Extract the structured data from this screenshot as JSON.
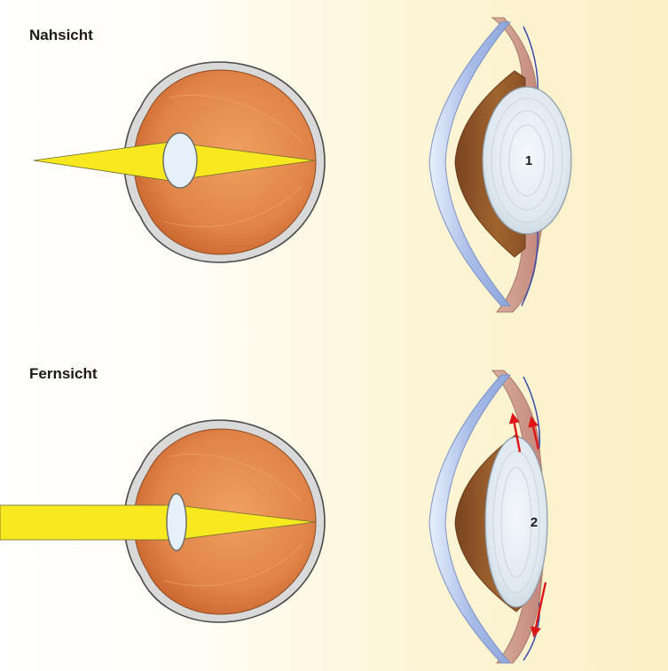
{
  "panels": {
    "near": {
      "title": "Nahsicht",
      "lens_number": "1"
    },
    "far": {
      "title": "Fernsicht",
      "lens_number": "2"
    }
  },
  "colors": {
    "light_beam": "#f7e81f",
    "eyeball": "#e0844a",
    "sclera": "#d9d9d9",
    "lens": "#e6f0fb",
    "cornea": "#b8c9ec",
    "ciliary_arrows": "#e01515"
  }
}
